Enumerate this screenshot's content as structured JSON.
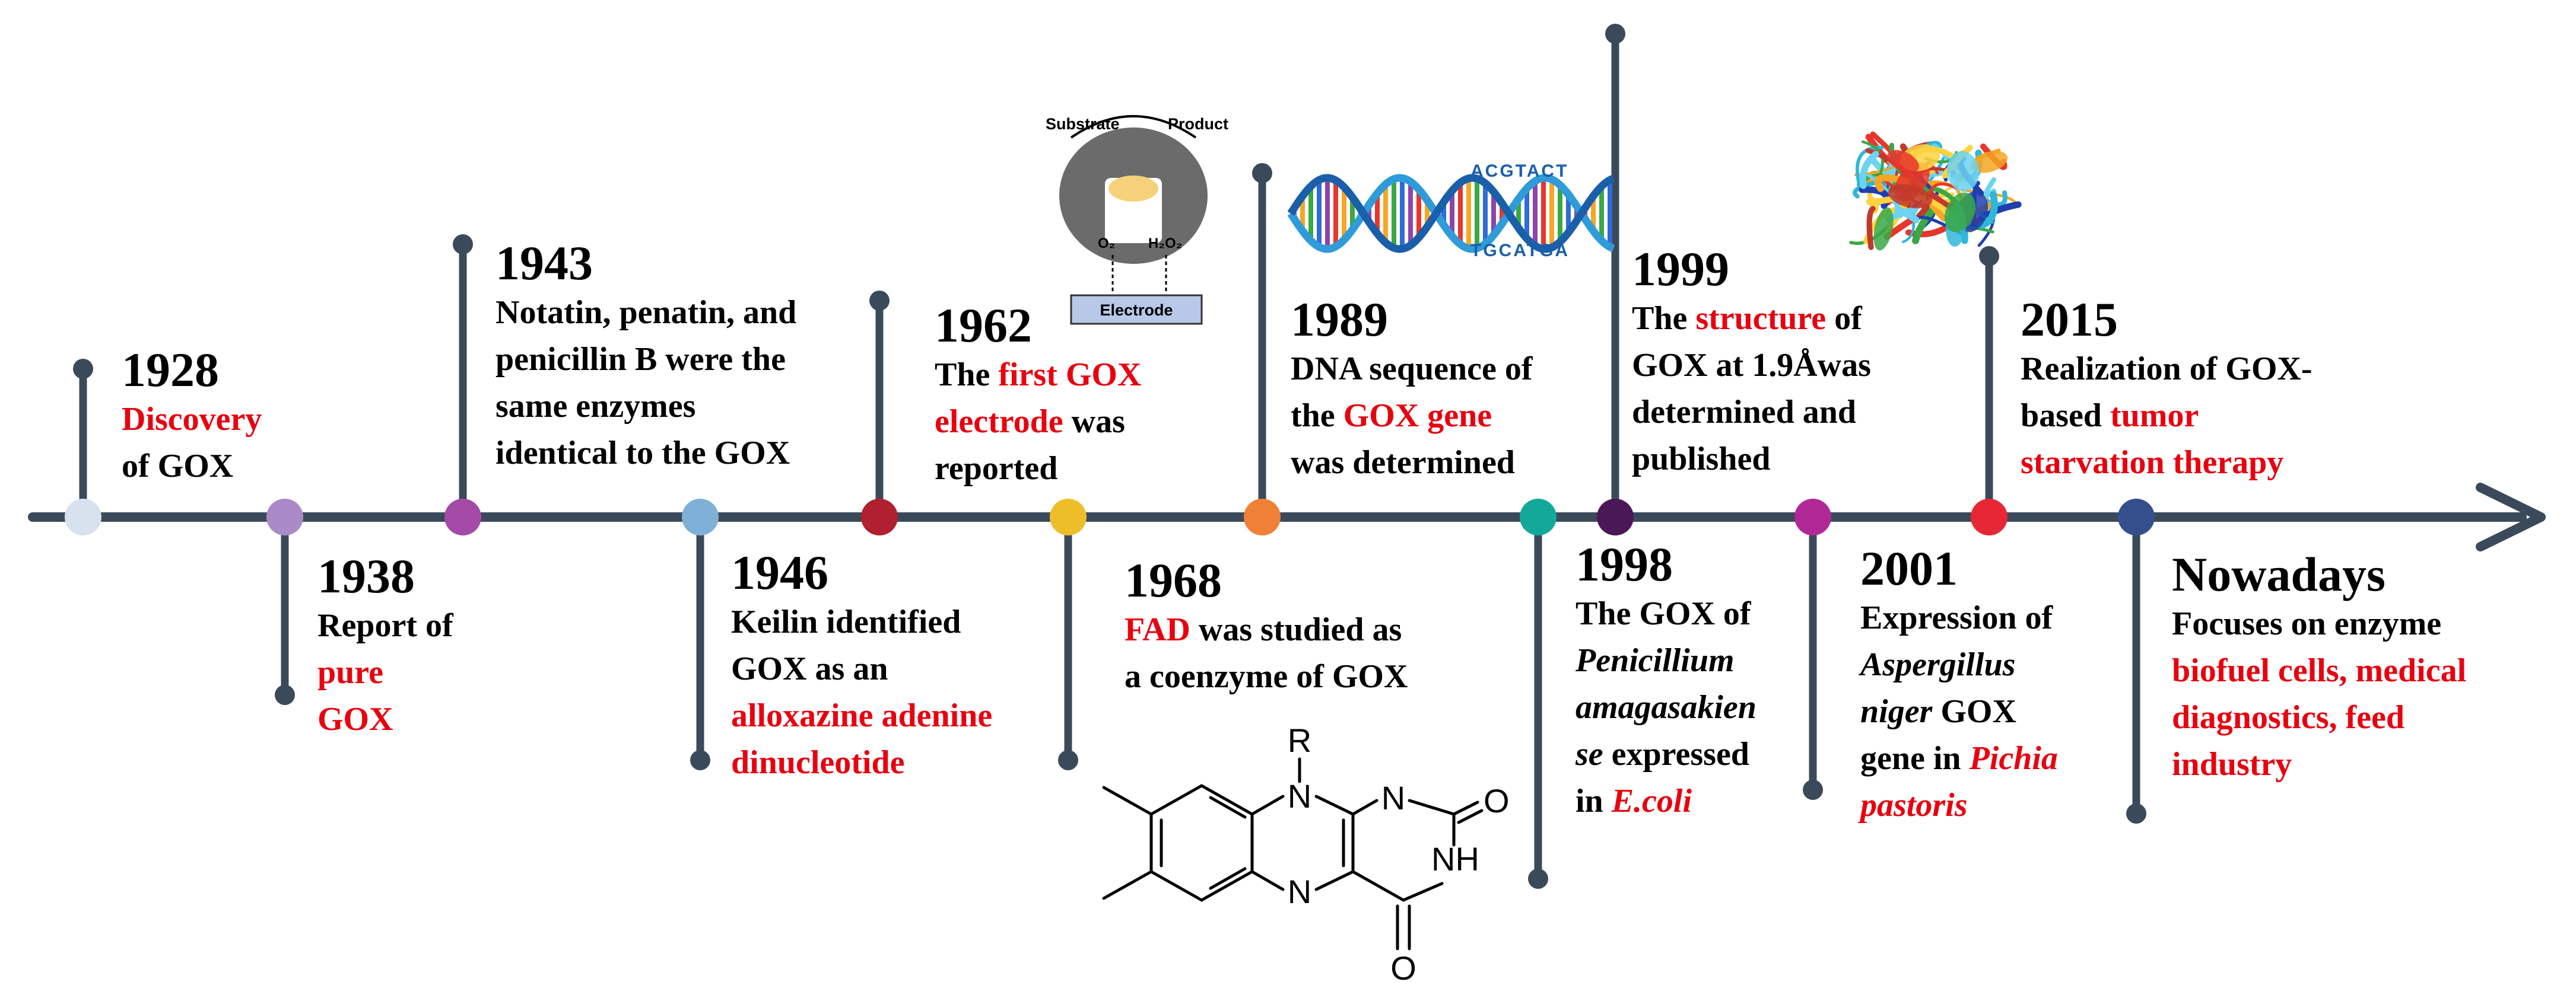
{
  "colors": {
    "axis": "#3a4a5a",
    "highlight": "#e8000f",
    "nodes": [
      "#d8e2ee",
      "#a98ac7",
      "#a34ba6",
      "#7fb1d8",
      "#b02030",
      "#eebe2a",
      "#f08035",
      "#12a99b",
      "#4a1856",
      "#b02896",
      "#e82735",
      "#354f8c"
    ]
  },
  "events": [
    {
      "year": "1928",
      "lines": [
        [
          {
            "t": "Discovery",
            "r": true
          }
        ],
        [
          {
            "t": "of  GOX"
          }
        ]
      ]
    },
    {
      "year": "1938",
      "lines": [
        [
          {
            "t": "Report of"
          }
        ],
        [
          {
            "t": "pure",
            "r": true
          }
        ],
        [
          {
            "t": "GOX",
            "r": true
          }
        ]
      ]
    },
    {
      "year": "1943",
      "lines": [
        [
          {
            "t": "Notatin, penatin, and"
          }
        ],
        [
          {
            "t": "penicillin B were the"
          }
        ],
        [
          {
            "t": "same enzymes"
          }
        ],
        [
          {
            "t": "identical to the GOX"
          }
        ]
      ]
    },
    {
      "year": "1946",
      "lines": [
        [
          {
            "t": "Keilin identified"
          }
        ],
        [
          {
            "t": "GOX as an"
          }
        ],
        [
          {
            "t": "alloxazine adenine",
            "r": true
          }
        ],
        [
          {
            "t": "dinucleotide",
            "r": true
          }
        ]
      ]
    },
    {
      "year": "1962",
      "lines": [
        [
          {
            "t": "The "
          },
          {
            "t": "first GOX",
            "r": true
          }
        ],
        [
          {
            "t": "electrode",
            "r": true
          },
          {
            "t": " was"
          }
        ],
        [
          {
            "t": "reported"
          }
        ]
      ]
    },
    {
      "year": "1968",
      "lines": [
        [
          {
            "t": "FAD",
            "r": true
          },
          {
            "t": " was studied as"
          }
        ],
        [
          {
            "t": "a coenzyme  of GOX"
          }
        ]
      ]
    },
    {
      "year": "1989",
      "lines": [
        [
          {
            "t": "DNA sequence of"
          }
        ],
        [
          {
            "t": "the "
          },
          {
            "t": "GOX gene",
            "r": true
          }
        ],
        [
          {
            "t": "was determined"
          }
        ]
      ]
    },
    {
      "year": "1998",
      "lines": [
        [
          {
            "t": " The GOX of"
          }
        ],
        [
          {
            "t": "Penicillium",
            "i": true
          }
        ],
        [
          {
            "t": "amagasakien",
            "i": true
          }
        ],
        [
          {
            "t": "se",
            "i": true
          },
          {
            "t": " expressed"
          }
        ],
        [
          {
            "t": "in "
          },
          {
            "t": "E.coli",
            "r": true,
            "i": true
          }
        ]
      ]
    },
    {
      "year": "1999",
      "lines": [
        [
          {
            "t": "The "
          },
          {
            "t": "structure",
            "r": true
          },
          {
            "t": " of"
          }
        ],
        [
          {
            "t": "GOX at 1.9Åwas"
          }
        ],
        [
          {
            "t": "determined and"
          }
        ],
        [
          {
            "t": "published"
          }
        ]
      ]
    },
    {
      "year": "2001",
      "lines": [
        [
          {
            "t": "Expression of"
          }
        ],
        [
          {
            "t": "Aspergillus",
            "i": true
          }
        ],
        [
          {
            "t": "niger",
            "i": true
          },
          {
            "t": " GOX"
          }
        ],
        [
          {
            "t": "gene in "
          },
          {
            "t": "Pichia",
            "r": true,
            "i": true
          }
        ],
        [
          {
            "t": "pastoris",
            "r": true,
            "i": true
          }
        ]
      ]
    },
    {
      "year": "2015",
      "lines": [
        [
          {
            "t": "Realization of GOX-"
          }
        ],
        [
          {
            "t": "based "
          },
          {
            "t": "tumor",
            "r": true
          }
        ],
        [
          {
            "t": "starvation therapy",
            "r": true
          }
        ]
      ]
    },
    {
      "year": "Nowadays",
      "lines": [
        [
          {
            "t": "Focuses on enzyme"
          }
        ],
        [
          {
            "t": "biofuel cells, medical",
            "r": true
          }
        ],
        [
          {
            "t": "diagnostics, feed",
            "r": true
          }
        ],
        [
          {
            "t": "industry",
            "r": true
          }
        ]
      ]
    }
  ],
  "electrode": {
    "substrate": "Substrate",
    "product": "Product",
    "o2": "O₂",
    "h2o2": "H₂O₂",
    "electrode": "Electrode"
  },
  "dna": {
    "top": "ACGTACT",
    "bottom": "TGCATGA"
  },
  "fad_atoms": {
    "r": "R",
    "n1": "N",
    "n2": "N",
    "n3": "N",
    "nh": "NH",
    "o1": "O",
    "o2": "O"
  }
}
